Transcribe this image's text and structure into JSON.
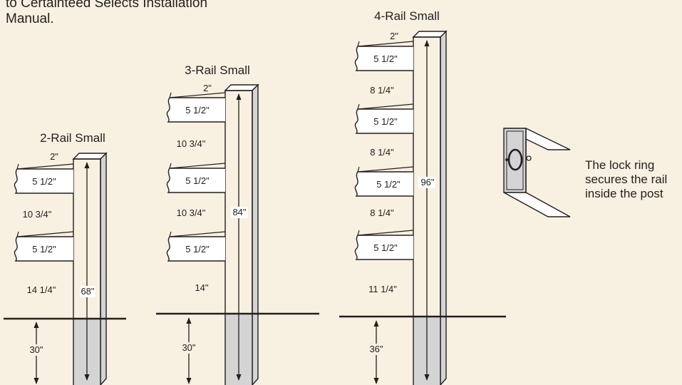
{
  "intro_text": "to Certainteed Selects Installation Manual.",
  "caption": "The lock ring secures the rail inside the post",
  "diagrams": [
    {
      "title": "2-Rail Small",
      "top_gap": "2\"",
      "rail_labels": [
        "5 1/2\"",
        "5 1/2\""
      ],
      "spacings": [
        "10 3/4\""
      ],
      "bottom_gap": "14 1/4\"",
      "post_length": "68\"",
      "burial_depth": "30\""
    },
    {
      "title": "3-Rail Small",
      "top_gap": "2\"",
      "rail_labels": [
        "5 1/2\"",
        "5 1/2\"",
        "5 1/2\""
      ],
      "spacings": [
        "10 3/4\"",
        "10 3/4\""
      ],
      "bottom_gap": "14\"",
      "post_length": "84\"",
      "burial_depth": "30\""
    },
    {
      "title": "4-Rail Small",
      "top_gap": "2\"",
      "rail_labels": [
        "5 1/2\"",
        "5 1/2\"",
        "5 1/2\"",
        "5 1/2\""
      ],
      "spacings": [
        "8 1/4\"",
        "8 1/4\"",
        "8 1/4\""
      ],
      "bottom_gap": "11 1/4\"",
      "post_length": "96\"",
      "burial_depth": "36\""
    }
  ],
  "colors": {
    "background": "#f8f0e0",
    "post": "#ffffff",
    "post_side": "#d4d4d4",
    "below_ground": "#d4d4d4",
    "line": "#231f20"
  }
}
